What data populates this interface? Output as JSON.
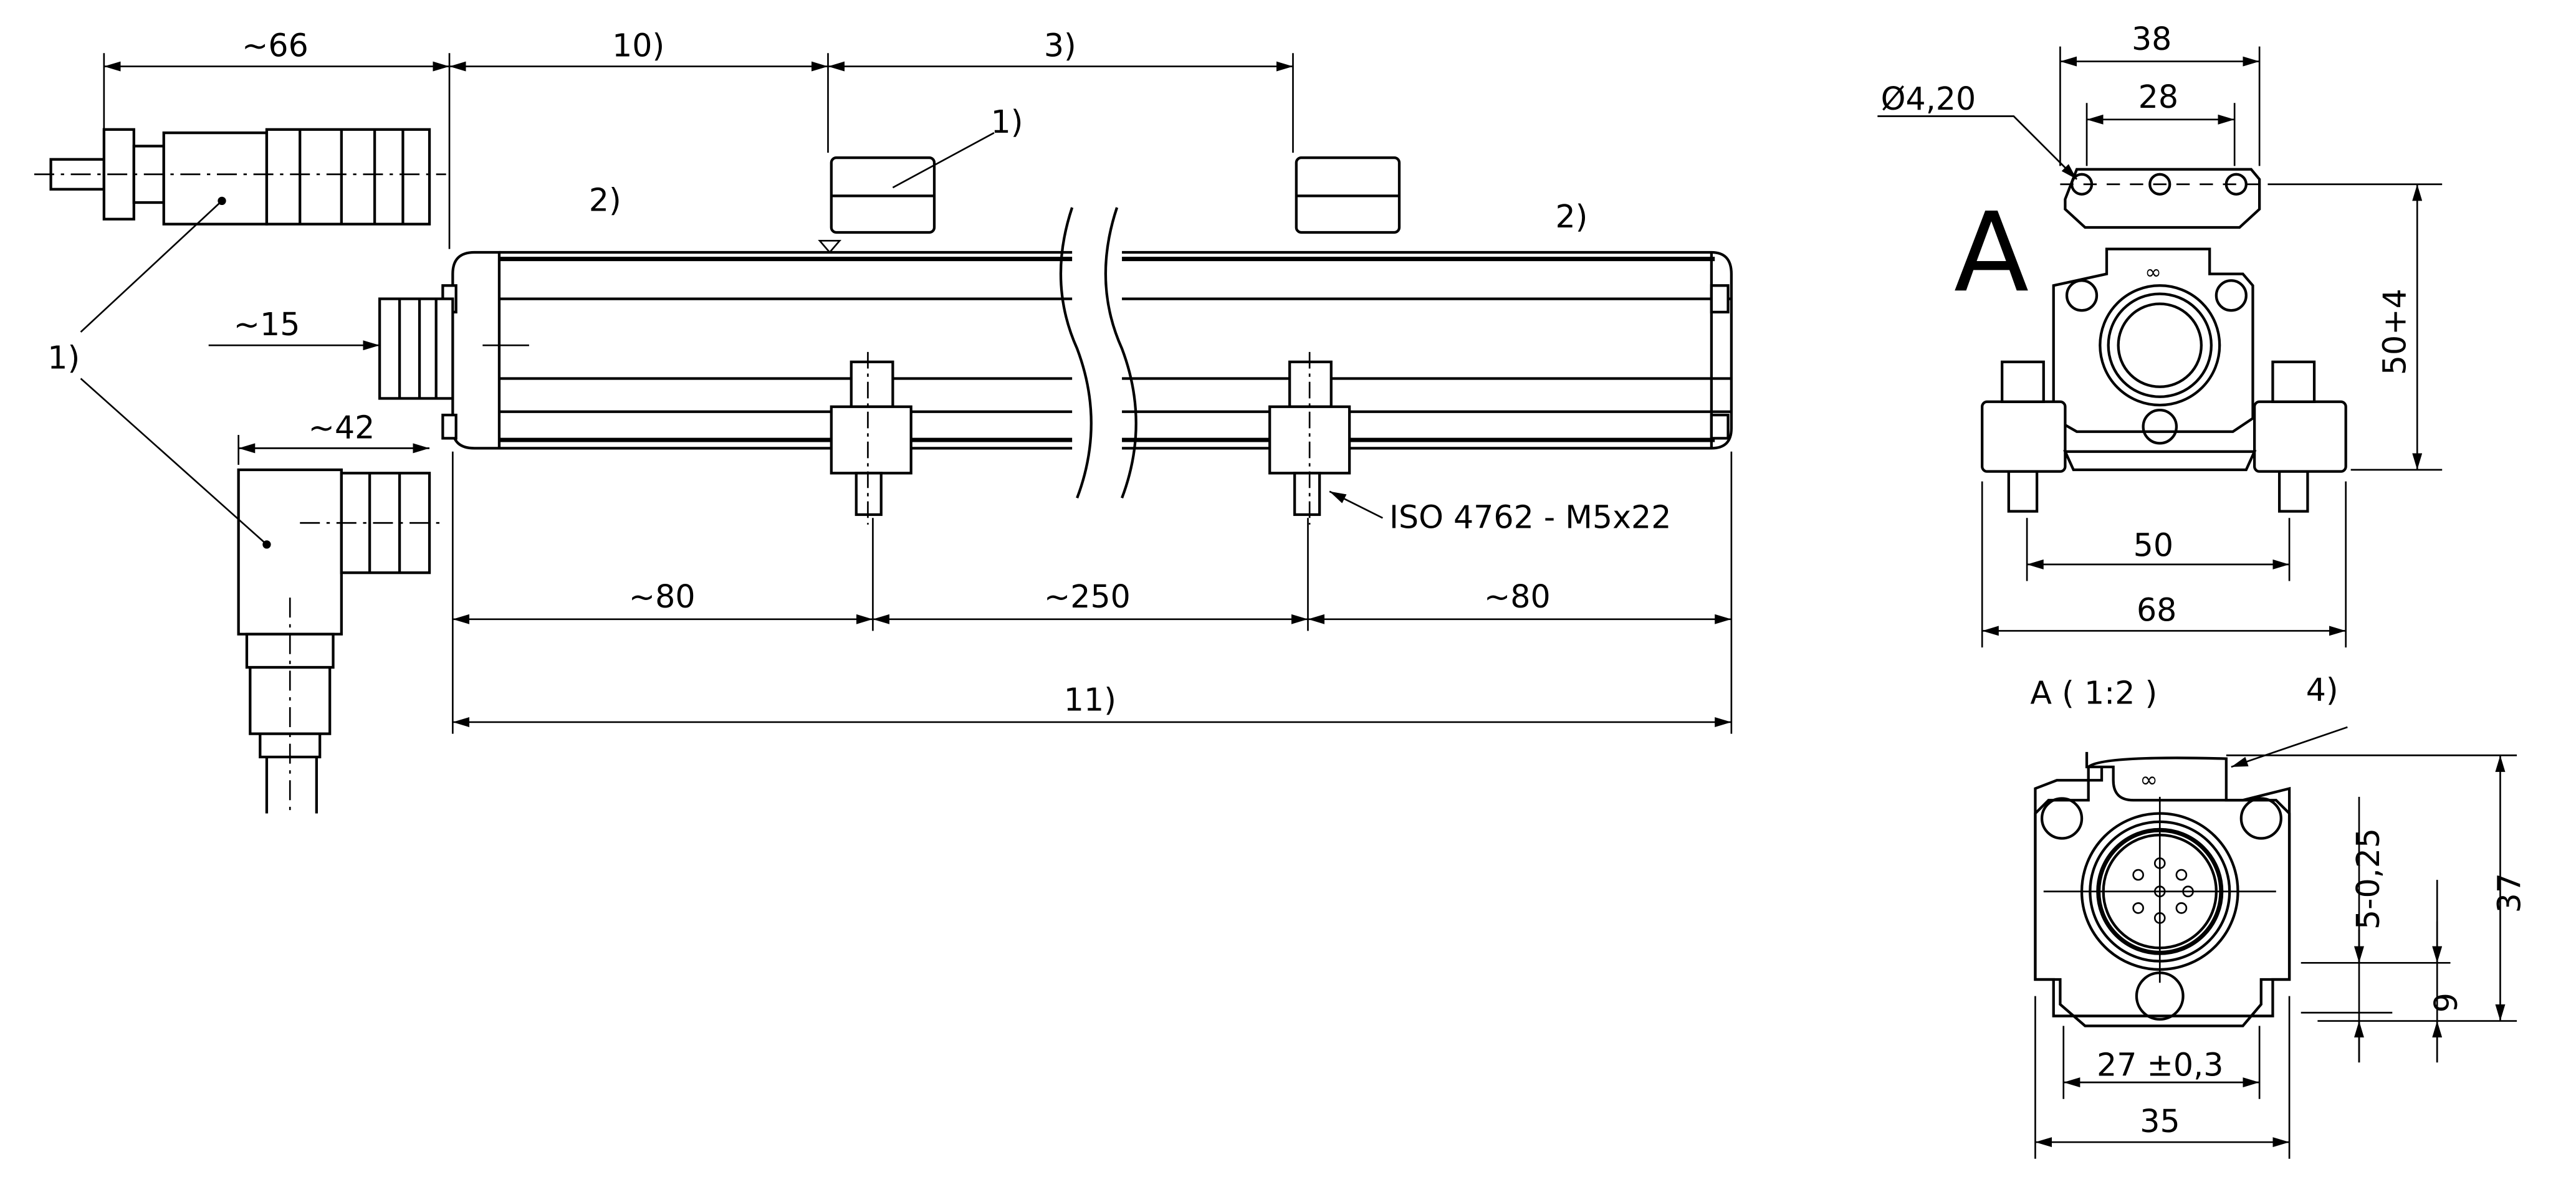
{
  "drawing": {
    "view_letter": "A",
    "view_title": "A ( 1:2 )",
    "note_refs": {
      "connector_straight": "1)",
      "connector_angled": "1)",
      "carriage": "1)",
      "free_end_left": "2)",
      "free_end_right": "2)",
      "travel": "3)",
      "marking": "4)",
      "offset": "10)",
      "overall": "11)"
    },
    "dims": {
      "cable_connector_length": "~66",
      "connector_protrusion": "~15",
      "angled_connector_length": "~42",
      "left_clamp_pos": "~80",
      "clamp_spacing": "~250",
      "right_clamp_pos": "~80",
      "plate_width": "38",
      "hole_spacing": "28",
      "hole_diameter": "Ø4,20",
      "height": "50+4",
      "clamp_width_inner": "50",
      "clamp_width_outer": "68",
      "end_height": "37",
      "connector_offset": "5-0,25",
      "slot_height": "9",
      "foot_width": "27 ±0,3",
      "end_width": "35"
    },
    "screw_callout": "ISO 4762 - M5x22"
  }
}
